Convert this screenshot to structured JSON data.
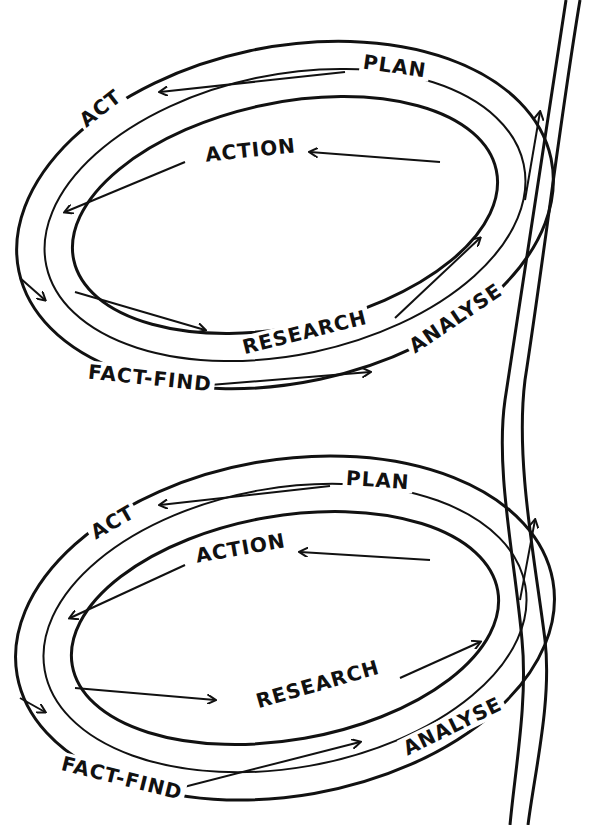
{
  "diagram": {
    "nodes": [
      {
        "text": [
          "PLAN",
          "ACT",
          "ACTION",
          "RESEARCH",
          "ANALYSE",
          "FACT-FIND",
          "PLAN",
          "ACT",
          "ACTION",
          "RESEARCH",
          "ANALYSE",
          "FACT-FIND"
        ]
      }
    ]
  }
}
